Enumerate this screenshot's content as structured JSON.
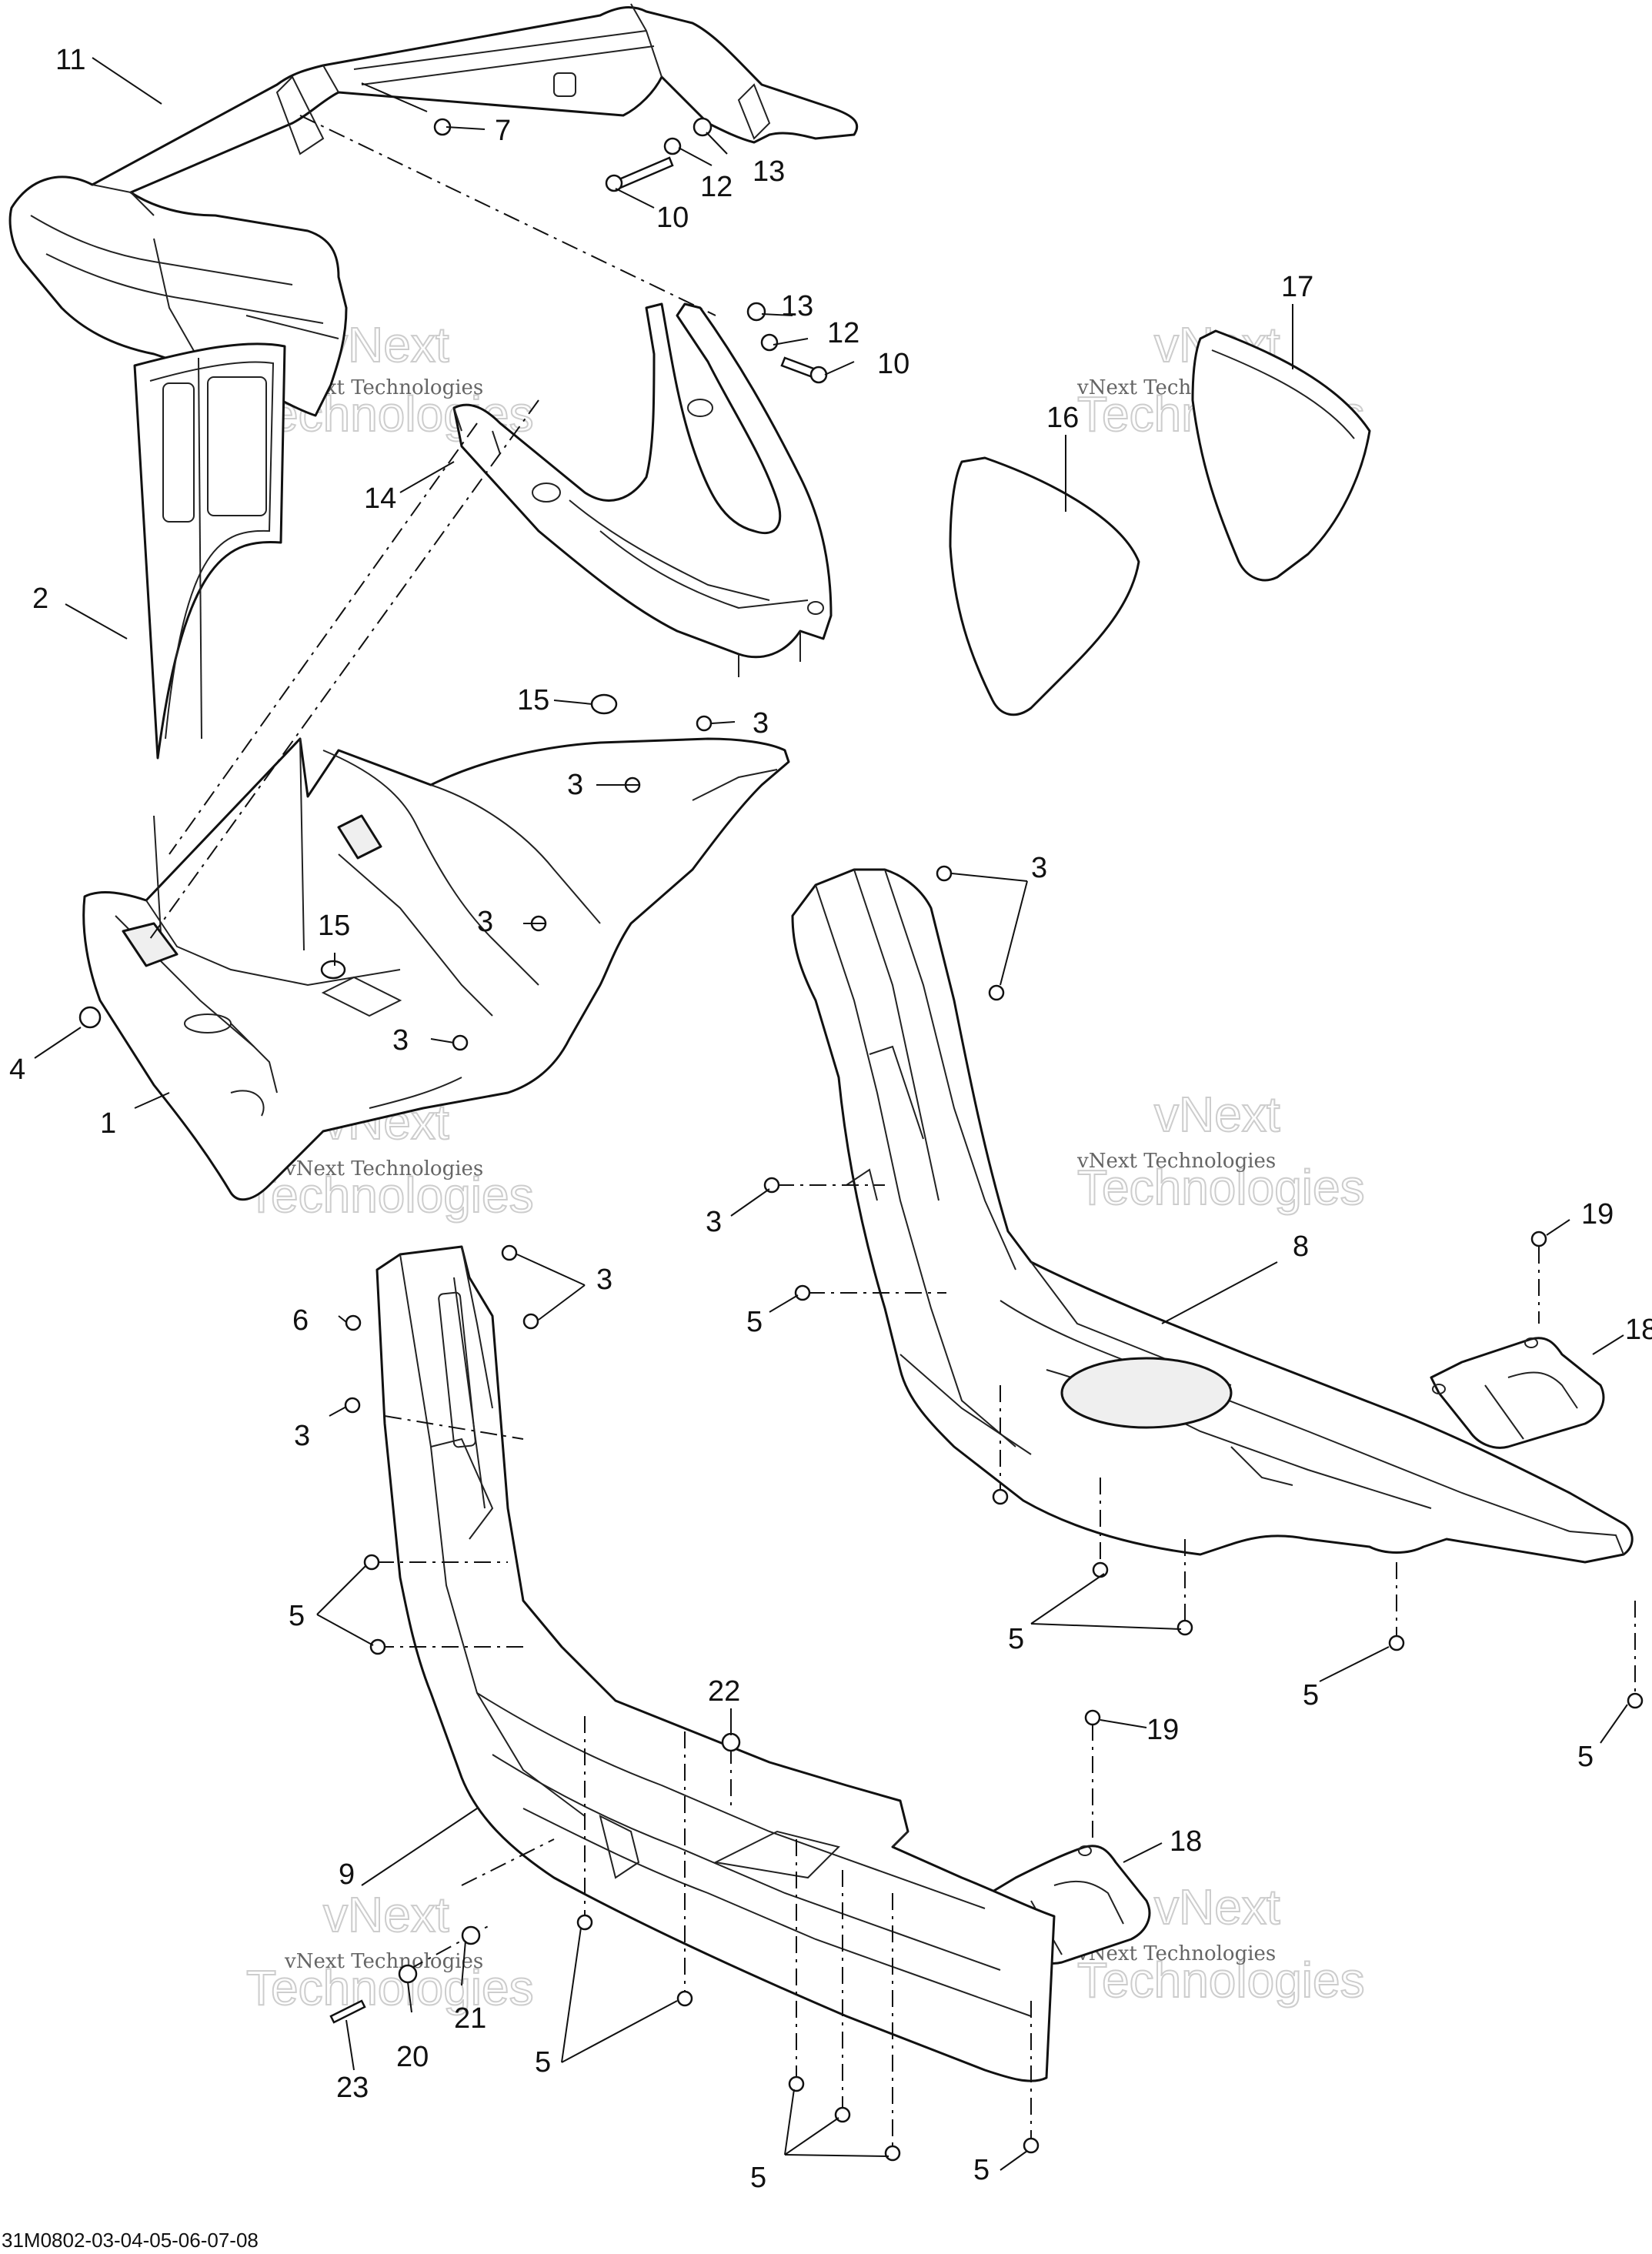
{
  "diagram": {
    "reference_code": "31M0802-03-04-05-06-07-08",
    "watermark": {
      "line1": "vNext Technologies",
      "line2": "Technologies",
      "line3": "vNext"
    },
    "callouts": {
      "c1": "1",
      "c2": "2",
      "c3": "3",
      "c4": "4",
      "c5": "5",
      "c6": "6",
      "c7": "7",
      "c8": "8",
      "c9": "9",
      "c10": "10",
      "c11": "11",
      "c12": "12",
      "c13": "13",
      "c14": "14",
      "c15": "15",
      "c16": "16",
      "c17": "17",
      "c18": "18",
      "c19": "19",
      "c20": "20",
      "c21": "21",
      "c22": "22",
      "c23": "23"
    }
  }
}
